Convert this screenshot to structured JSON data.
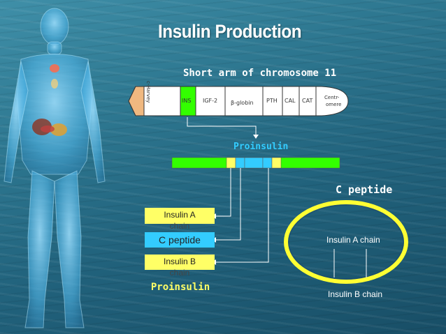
{
  "title": "Insulin Production",
  "chromosome": {
    "heading": "Short arm of chromosome 11",
    "telomere_label": "c-Harvey",
    "genes": [
      "INS",
      "IGF-2",
      "β-globin",
      "PTH",
      "CAL",
      "CAT"
    ],
    "centromere_label_1": "Centr-",
    "centromere_label_2": "omere"
  },
  "proinsulin_strip": {
    "label": "Proinsulin"
  },
  "legend": {
    "insulin_a_line1": "Insulin A",
    "insulin_a_line2": "chain",
    "c_peptide": "C peptide",
    "insulin_b_line1": "Insulin B",
    "insulin_b_line2": "chain",
    "proinsulin": "Proinsulin"
  },
  "structure": {
    "c_peptide_title": "C peptide",
    "a_chain_label": "Insulin A chain",
    "b_chain_label": "Insulin B chain"
  },
  "colors": {
    "green": "#33ff00",
    "yellow": "#ffff66",
    "cyan": "#33ccff",
    "white": "#ffffff"
  }
}
